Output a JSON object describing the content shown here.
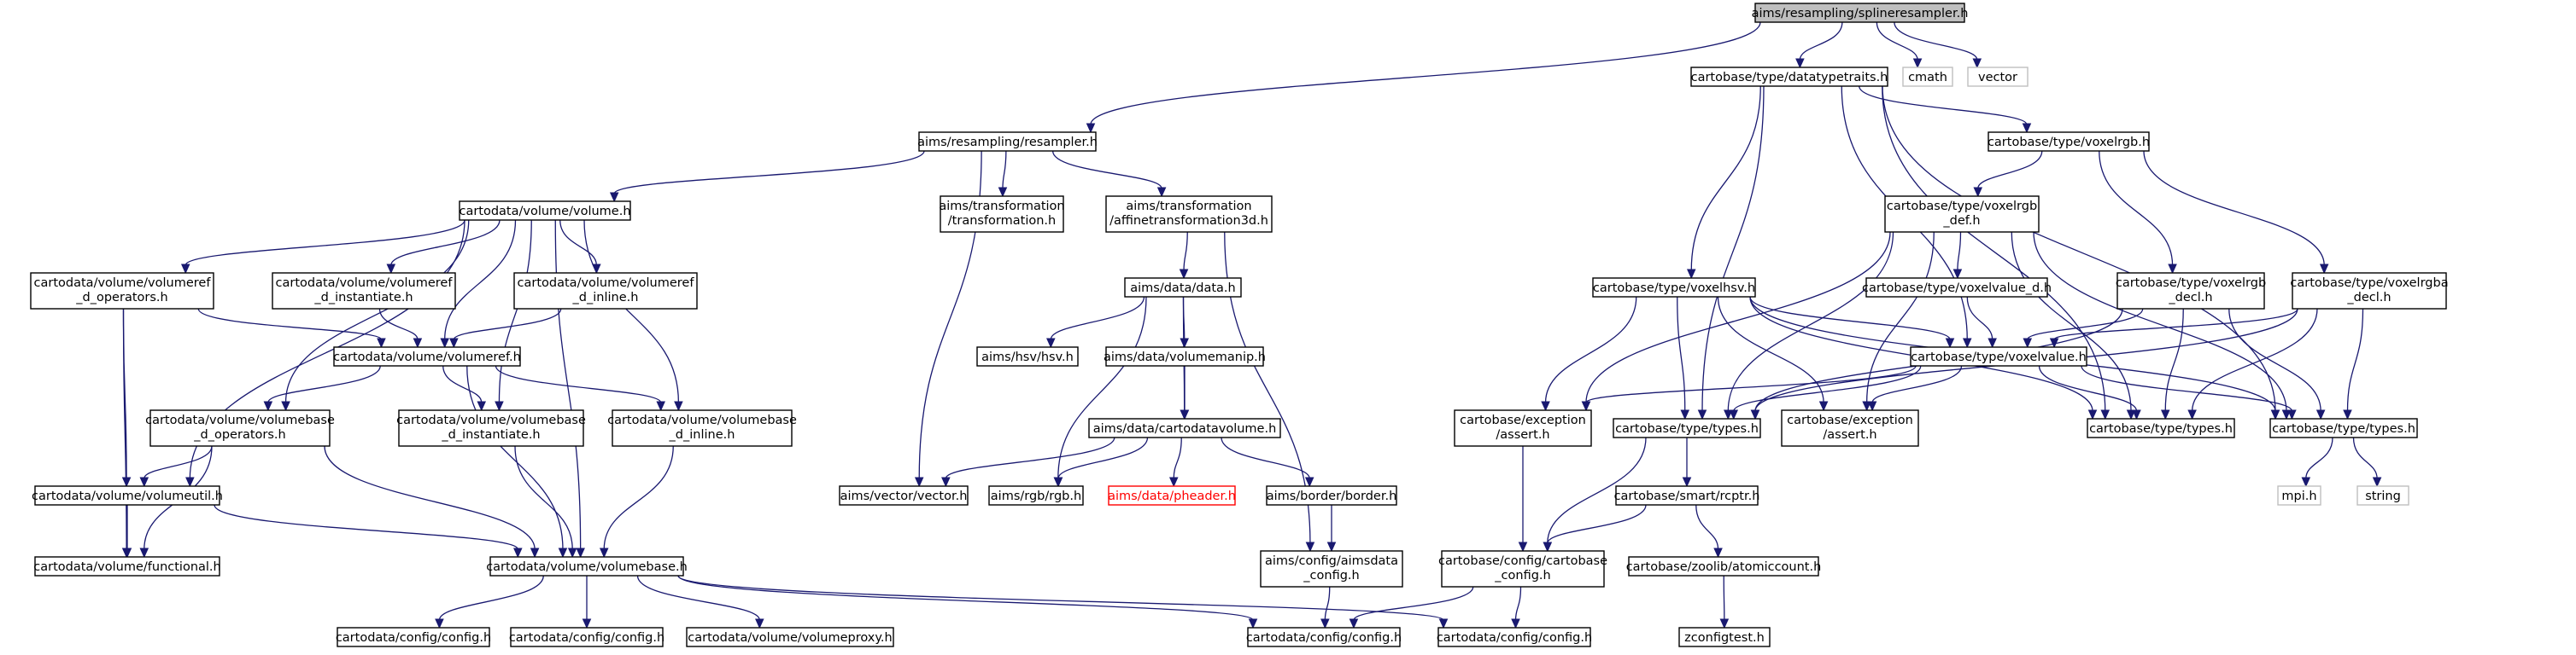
{
  "nodes": [
    {
      "id": "root",
      "lines": [
        "aims/resampling/splineresampler.h"
      ],
      "style": "root"
    },
    {
      "id": "datatypetraits",
      "lines": [
        "cartobase/type/datatypetraits.h"
      ],
      "style": "normal"
    },
    {
      "id": "cmath",
      "lines": [
        "cmath"
      ],
      "style": "external"
    },
    {
      "id": "vector",
      "lines": [
        "vector"
      ],
      "style": "external"
    },
    {
      "id": "resampler",
      "lines": [
        "aims/resampling/resampler.h"
      ],
      "style": "normal"
    },
    {
      "id": "voxelrgb",
      "lines": [
        "cartobase/type/voxelrgb.h"
      ],
      "style": "normal"
    },
    {
      "id": "volume",
      "lines": [
        "cartodata/volume/volume.h"
      ],
      "style": "normal"
    },
    {
      "id": "transformation",
      "lines": [
        "aims/transformation",
        "/transformation.h"
      ],
      "style": "normal"
    },
    {
      "id": "affine3d",
      "lines": [
        "aims/transformation",
        "/affinetransformation3d.h"
      ],
      "style": "normal"
    },
    {
      "id": "voxelrgb_def",
      "lines": [
        "cartobase/type/voxelrgb",
        "_def.h"
      ],
      "style": "normal"
    },
    {
      "id": "volref_dops",
      "lines": [
        "cartodata/volume/volumeref",
        "_d_operators.h"
      ],
      "style": "normal"
    },
    {
      "id": "volref_dinst",
      "lines": [
        "cartodata/volume/volumeref",
        "_d_instantiate.h"
      ],
      "style": "normal"
    },
    {
      "id": "volref_dinl",
      "lines": [
        "cartodata/volume/volumeref",
        "_d_inline.h"
      ],
      "style": "normal"
    },
    {
      "id": "aimsdata",
      "lines": [
        "aims/data/data.h"
      ],
      "style": "normal"
    },
    {
      "id": "voxelhsv",
      "lines": [
        "cartobase/type/voxelhsv.h"
      ],
      "style": "normal"
    },
    {
      "id": "voxelvalue_d",
      "lines": [
        "cartobase/type/voxelvalue_d.h"
      ],
      "style": "normal"
    },
    {
      "id": "voxelrgb_decl",
      "lines": [
        "cartobase/type/voxelrgb",
        "_decl.h"
      ],
      "style": "normal"
    },
    {
      "id": "voxelrgba_decl",
      "lines": [
        "cartobase/type/voxelrgba",
        "_decl.h"
      ],
      "style": "normal"
    },
    {
      "id": "volumeref",
      "lines": [
        "cartodata/volume/volumeref.h"
      ],
      "style": "normal"
    },
    {
      "id": "hsv",
      "lines": [
        "aims/hsv/hsv.h"
      ],
      "style": "normal"
    },
    {
      "id": "volumemanip",
      "lines": [
        "aims/data/volumemanip.h"
      ],
      "style": "normal"
    },
    {
      "id": "voxelvalue",
      "lines": [
        "cartobase/type/voxelvalue.h"
      ],
      "style": "normal"
    },
    {
      "id": "volbase_dops",
      "lines": [
        "cartodata/volume/volumebase",
        "_d_operators.h"
      ],
      "style": "normal"
    },
    {
      "id": "volbase_dinst",
      "lines": [
        "cartodata/volume/volumebase",
        "_d_instantiate.h"
      ],
      "style": "normal"
    },
    {
      "id": "volbase_dinl",
      "lines": [
        "cartodata/volume/volumebase",
        "_d_inline.h"
      ],
      "style": "normal"
    },
    {
      "id": "cartodatavolume",
      "lines": [
        "aims/data/cartodatavolume.h"
      ],
      "style": "normal"
    },
    {
      "id": "exc_assert1",
      "lines": [
        "cartobase/exception",
        "/assert.h"
      ],
      "style": "normal"
    },
    {
      "id": "types",
      "lines": [
        "cartobase/type/types.h"
      ],
      "style": "normal"
    },
    {
      "id": "exc_assert2",
      "lines": [
        "cartobase/exception",
        "/assert.h"
      ],
      "style": "normal"
    },
    {
      "id": "types2",
      "lines": [
        "cartobase/type/types.h"
      ],
      "style": "normal"
    },
    {
      "id": "types3",
      "lines": [
        "cartobase/type/types.h"
      ],
      "style": "normal"
    },
    {
      "id": "volumeutil",
      "lines": [
        "cartodata/volume/volumeutil.h"
      ],
      "style": "normal"
    },
    {
      "id": "vectorh",
      "lines": [
        "aims/vector/vector.h"
      ],
      "style": "normal"
    },
    {
      "id": "rgb",
      "lines": [
        "aims/rgb/rgb.h"
      ],
      "style": "normal"
    },
    {
      "id": "pheader",
      "lines": [
        "aims/data/pheader.h"
      ],
      "style": "missing"
    },
    {
      "id": "border",
      "lines": [
        "aims/border/border.h"
      ],
      "style": "normal"
    },
    {
      "id": "rcptr",
      "lines": [
        "cartobase/smart/rcptr.h"
      ],
      "style": "normal"
    },
    {
      "id": "mpi",
      "lines": [
        "mpi.h"
      ],
      "style": "external"
    },
    {
      "id": "string",
      "lines": [
        "string"
      ],
      "style": "external"
    },
    {
      "id": "functional",
      "lines": [
        "cartodata/volume/functional.h"
      ],
      "style": "normal"
    },
    {
      "id": "volumebase",
      "lines": [
        "cartodata/volume/volumebase.h"
      ],
      "style": "normal"
    },
    {
      "id": "aimsdataconfig",
      "lines": [
        "aims/config/aimsdata",
        "_config.h"
      ],
      "style": "normal"
    },
    {
      "id": "cartobaseconfig",
      "lines": [
        "cartobase/config/cartobase",
        "_config.h"
      ],
      "style": "normal"
    },
    {
      "id": "atomiccount",
      "lines": [
        "cartobase/zoolib/atomiccount.h"
      ],
      "style": "normal"
    },
    {
      "id": "config1",
      "lines": [
        "cartodata/config/config.h"
      ],
      "style": "normal"
    },
    {
      "id": "config2",
      "lines": [
        "cartodata/config/config.h"
      ],
      "style": "normal"
    },
    {
      "id": "volumeproxy",
      "lines": [
        "cartodata/volume/volumeproxy.h"
      ],
      "style": "normal"
    },
    {
      "id": "config3",
      "lines": [
        "cartodata/config/config.h"
      ],
      "style": "normal"
    },
    {
      "id": "config4",
      "lines": [
        "cartodata/config/config.h"
      ],
      "style": "normal"
    },
    {
      "id": "zconfigtest",
      "lines": [
        "zconfigtest.h"
      ],
      "style": "normal"
    }
  ],
  "edges": [
    [
      "root",
      "datatypetraits"
    ],
    [
      "root",
      "cmath"
    ],
    [
      "root",
      "vector"
    ],
    [
      "root",
      "resampler"
    ],
    [
      "datatypetraits",
      "voxelrgb"
    ],
    [
      "datatypetraits",
      "voxelhsv"
    ],
    [
      "datatypetraits",
      "voxelvalue"
    ],
    [
      "datatypetraits",
      "types"
    ],
    [
      "datatypetraits",
      "types2"
    ],
    [
      "datatypetraits",
      "types3"
    ],
    [
      "resampler",
      "volume"
    ],
    [
      "resampler",
      "transformation"
    ],
    [
      "resampler",
      "affine3d"
    ],
    [
      "resampler",
      "vectorh"
    ],
    [
      "voxelrgb",
      "voxelrgb_def"
    ],
    [
      "voxelrgb",
      "voxelrgb_decl"
    ],
    [
      "voxelrgb",
      "voxelrgba_decl"
    ],
    [
      "voxelrgb_def",
      "exc_assert1"
    ],
    [
      "voxelrgb_def",
      "types"
    ],
    [
      "voxelrgb_def",
      "voxelvalue_d"
    ],
    [
      "voxelrgb_def",
      "exc_assert2"
    ],
    [
      "voxelrgb_def",
      "types2"
    ],
    [
      "voxelrgb_def",
      "types3"
    ],
    [
      "volume",
      "volref_dops"
    ],
    [
      "volume",
      "volref_dinst"
    ],
    [
      "volume",
      "volref_dinl"
    ],
    [
      "volume",
      "volumeref"
    ],
    [
      "volume",
      "volbase_dops"
    ],
    [
      "volume",
      "volbase_dinst"
    ],
    [
      "volume",
      "volbase_dinl"
    ],
    [
      "volume",
      "volumeutil"
    ],
    [
      "volume",
      "volumebase"
    ],
    [
      "affine3d",
      "aimsdata"
    ],
    [
      "affine3d",
      "aimsdataconfig"
    ],
    [
      "volref_dops",
      "volumeref"
    ],
    [
      "volref_dops",
      "volumeutil"
    ],
    [
      "volref_dops",
      "functional"
    ],
    [
      "volref_dinst",
      "volumeref"
    ],
    [
      "volref_dinl",
      "volumeref"
    ],
    [
      "aimsdata",
      "hsv"
    ],
    [
      "aimsdata",
      "volumemanip"
    ],
    [
      "aimsdata",
      "cartodatavolume"
    ],
    [
      "aimsdata",
      "rgb"
    ],
    [
      "voxelhsv",
      "exc_assert1"
    ],
    [
      "voxelhsv",
      "types"
    ],
    [
      "voxelhsv",
      "voxelvalue"
    ],
    [
      "voxelhsv",
      "exc_assert2"
    ],
    [
      "voxelhsv",
      "types2"
    ],
    [
      "voxelhsv",
      "types3"
    ],
    [
      "voxelvalue_d",
      "voxelvalue"
    ],
    [
      "voxelrgb_decl",
      "voxelvalue"
    ],
    [
      "voxelrgb_decl",
      "types"
    ],
    [
      "voxelrgb_decl",
      "types2"
    ],
    [
      "voxelrgb_decl",
      "types3"
    ],
    [
      "voxelrgba_decl",
      "voxelvalue"
    ],
    [
      "voxelrgba_decl",
      "types"
    ],
    [
      "voxelrgba_decl",
      "types2"
    ],
    [
      "voxelrgba_decl",
      "types3"
    ],
    [
      "volumeref",
      "volbase_dops"
    ],
    [
      "volumeref",
      "volbase_dinst"
    ],
    [
      "volumeref",
      "volbase_dinl"
    ],
    [
      "volumeref",
      "volumebase"
    ],
    [
      "volumemanip",
      "cartodatavolume"
    ],
    [
      "voxelvalue",
      "exc_assert1"
    ],
    [
      "voxelvalue",
      "types"
    ],
    [
      "voxelvalue",
      "exc_assert2"
    ],
    [
      "voxelvalue",
      "types2"
    ],
    [
      "voxelvalue",
      "types3"
    ],
    [
      "volbase_dops",
      "volumeutil"
    ],
    [
      "volbase_dops",
      "functional"
    ],
    [
      "volbase_dops",
      "volumebase"
    ],
    [
      "volbase_dinst",
      "volumebase"
    ],
    [
      "volbase_dinl",
      "volumebase"
    ],
    [
      "cartodatavolume",
      "vectorh"
    ],
    [
      "cartodatavolume",
      "rgb"
    ],
    [
      "cartodatavolume",
      "pheader"
    ],
    [
      "cartodatavolume",
      "border"
    ],
    [
      "exc_assert1",
      "cartobaseconfig"
    ],
    [
      "types",
      "rcptr"
    ],
    [
      "types",
      "cartobaseconfig"
    ],
    [
      "types3",
      "mpi"
    ],
    [
      "types3",
      "string"
    ],
    [
      "volumeutil",
      "functional"
    ],
    [
      "volumeutil",
      "volumebase"
    ],
    [
      "border",
      "aimsdataconfig"
    ],
    [
      "rcptr",
      "cartobaseconfig"
    ],
    [
      "rcptr",
      "atomiccount"
    ],
    [
      "volumebase",
      "config1"
    ],
    [
      "volumebase",
      "config2"
    ],
    [
      "volumebase",
      "volumeproxy"
    ],
    [
      "volumebase",
      "config3"
    ],
    [
      "volumebase",
      "config4"
    ],
    [
      "aimsdataconfig",
      "config3"
    ],
    [
      "cartobaseconfig",
      "config3"
    ],
    [
      "cartobaseconfig",
      "config4"
    ],
    [
      "atomiccount",
      "zconfigtest"
    ]
  ]
}
